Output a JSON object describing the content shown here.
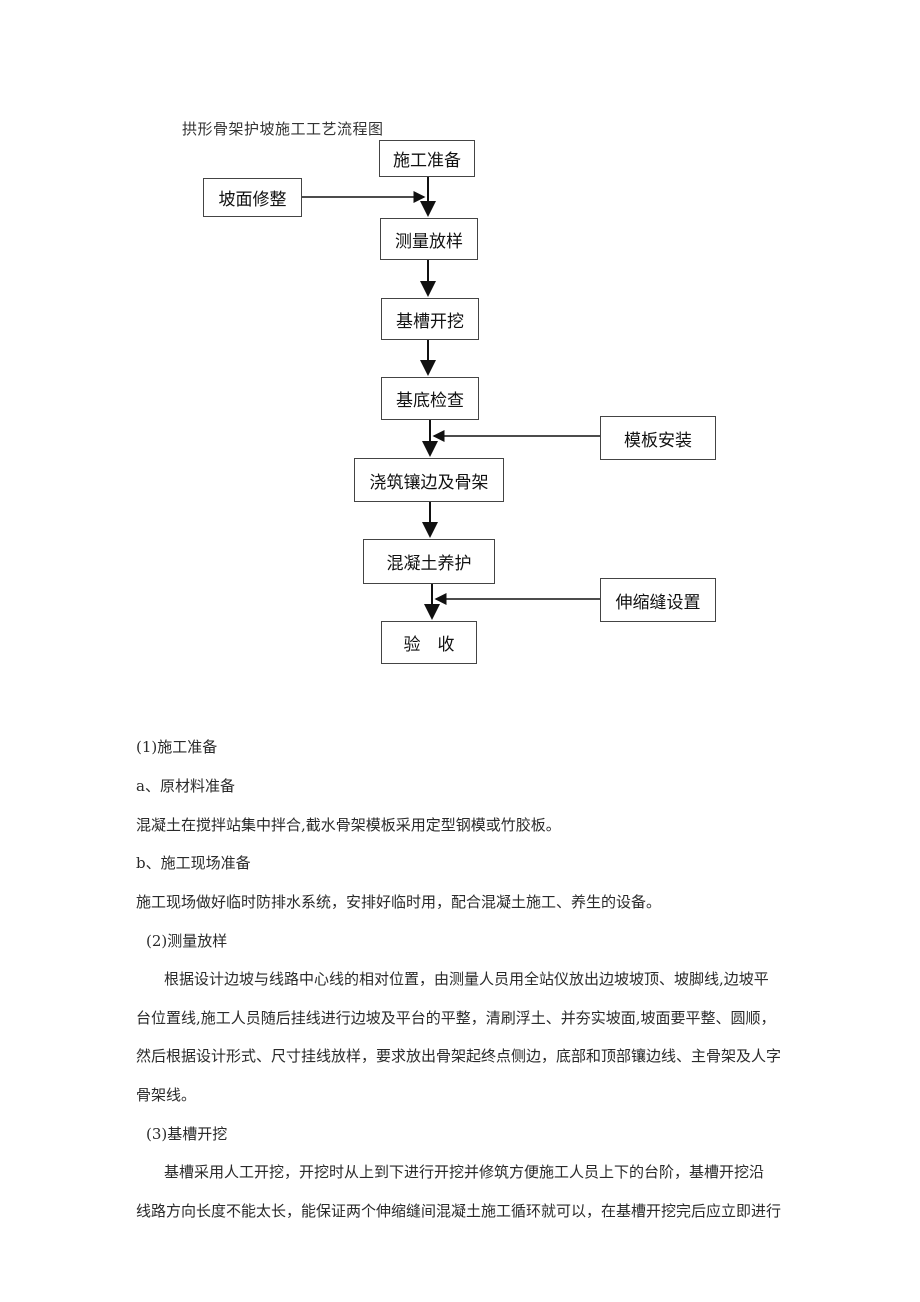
{
  "flowchart": {
    "title": "拱形骨架护坡施工工艺流程图",
    "steps": {
      "prep": "施工准备",
      "survey": "测量放样",
      "excavate": "基槽开挖",
      "inspect": "基底检查",
      "pour": "浇筑镶边及骨架",
      "cure": "混凝土养护",
      "accept": "验　收"
    },
    "side_inputs": {
      "slope_trim": "坡面修整",
      "formwork": "模板安装",
      "joint": "伸缩缝设置"
    }
  },
  "text": {
    "s1_heading": "(1)施工准备",
    "s1_a": "a、原材料准备",
    "s1_a_body": "混凝土在搅拌站集中拌合,截水骨架模板采用定型钢模或竹胶板。",
    "s1_b": "b、施工现场准备",
    "s1_b_body": "施工现场做好临时防排水系统，安排好临时用，配合混凝土施工、养生的设备。",
    "s2_heading": "(2)测量放样",
    "s2_body_1": "根据设计边坡与线路中心线的相对位置，由测量人员用全站仪放出边坡坡顶、坡脚线,边坡平",
    "s2_body_2": "台位置线,施工人员随后挂线进行边坡及平台的平整，清刷浮土、并夯实坡面,坡面要平整、圆顺，",
    "s2_body_3": "然后根据设计形式、尺寸挂线放样，要求放出骨架起终点侧边，底部和顶部镶边线、主骨架及人字",
    "s2_body_4": "骨架线。",
    "s3_heading": "(3)基槽开挖",
    "s3_body_1": "基槽采用人工开挖，开挖时从上到下进行开挖并修筑方便施工人员上下的台阶，基槽开挖沿",
    "s3_body_2": "线路方向长度不能太长，能保证两个伸缩缝间混凝土施工循环就可以，在基槽开挖完后应立即进行"
  }
}
